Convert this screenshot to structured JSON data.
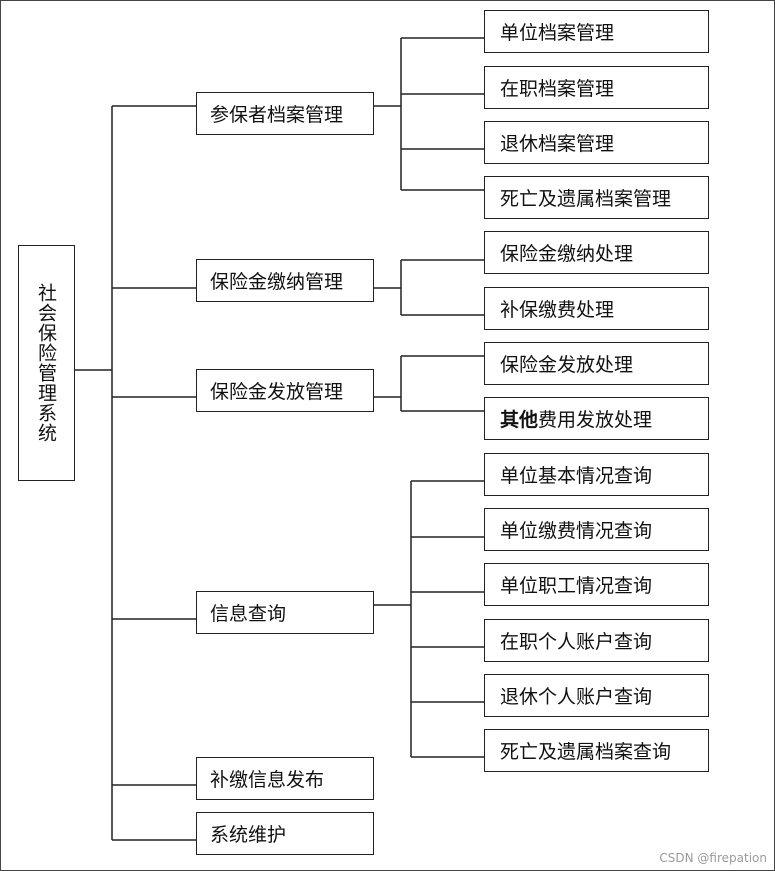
{
  "root": {
    "label": "社会保险管理系统"
  },
  "branches": [
    {
      "label": "参保者档案管理",
      "children": [
        {
          "label": "单位档案管理"
        },
        {
          "label": "在职档案管理"
        },
        {
          "label": "退休档案管理"
        },
        {
          "label": "死亡及遗属档案管理"
        }
      ]
    },
    {
      "label": "保险金缴纳管理",
      "children": [
        {
          "label": "保险金缴纳处理"
        },
        {
          "label": "补保缴费处理"
        }
      ]
    },
    {
      "label": "保险金发放管理",
      "children": [
        {
          "label": "保险金发放处理"
        },
        {
          "label_bold": "其他",
          "label_rest": "费用发放处理"
        }
      ]
    },
    {
      "label": "信息查询",
      "children": [
        {
          "label": "单位基本情况查询"
        },
        {
          "label": "单位缴费情况查询"
        },
        {
          "label": "单位职工情况查询"
        },
        {
          "label": "在职个人账户查询"
        },
        {
          "label": "退休个人账户查询"
        },
        {
          "label": "死亡及遗属档案查询"
        }
      ]
    },
    {
      "label": "补缴信息发布",
      "children": []
    },
    {
      "label": "系统维护",
      "children": []
    }
  ],
  "watermark": "CSDN @firepation"
}
